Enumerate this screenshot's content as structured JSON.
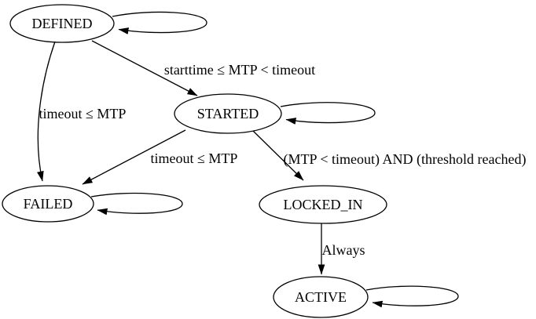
{
  "diagram": {
    "type": "state-machine-graph",
    "colors": {
      "background": "#ffffff",
      "stroke": "#000000",
      "text": "#000000"
    },
    "nodes": [
      {
        "id": "DEFINED",
        "label": "DEFINED"
      },
      {
        "id": "STARTED",
        "label": "STARTED"
      },
      {
        "id": "FAILED",
        "label": "FAILED"
      },
      {
        "id": "LOCKED_IN",
        "label": "LOCKED_IN"
      },
      {
        "id": "ACTIVE",
        "label": "ACTIVE"
      }
    ],
    "edges": [
      {
        "from": "DEFINED",
        "to": "DEFINED",
        "label": ""
      },
      {
        "from": "DEFINED",
        "to": "STARTED",
        "label": "starttime ≤ MTP < timeout"
      },
      {
        "from": "DEFINED",
        "to": "FAILED",
        "label": "timeout ≤ MTP"
      },
      {
        "from": "STARTED",
        "to": "STARTED",
        "label": ""
      },
      {
        "from": "STARTED",
        "to": "FAILED",
        "label": "timeout ≤ MTP"
      },
      {
        "from": "STARTED",
        "to": "LOCKED_IN",
        "label": "(MTP < timeout) AND (threshold reached)"
      },
      {
        "from": "FAILED",
        "to": "FAILED",
        "label": ""
      },
      {
        "from": "LOCKED_IN",
        "to": "ACTIVE",
        "label": "Always"
      },
      {
        "from": "ACTIVE",
        "to": "ACTIVE",
        "label": ""
      }
    ]
  }
}
